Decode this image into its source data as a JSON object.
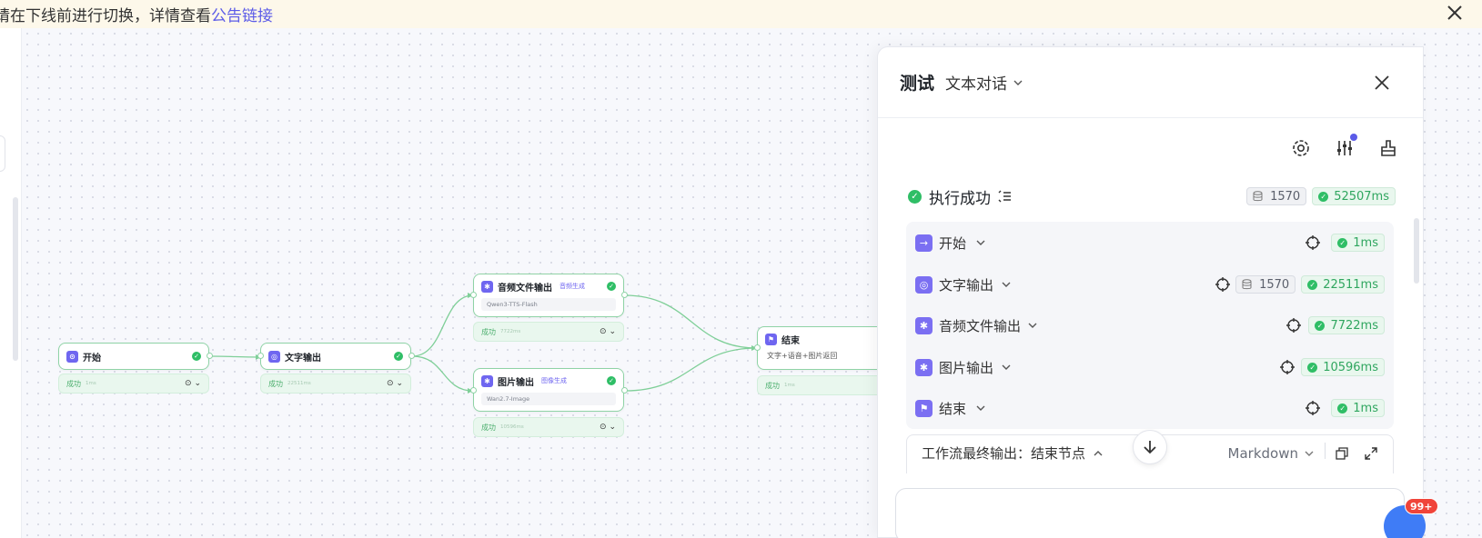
{
  "notice": {
    "text": "请在下线前进行切换，详情查看",
    "link": "公告链接"
  },
  "workflow": {
    "nodes": {
      "start": {
        "title": "开始",
        "status": "成功",
        "ms": "1ms"
      },
      "text_output": {
        "title": "文字输出",
        "status": "成功",
        "ms": "22511ms"
      },
      "audio_output": {
        "title": "音频文件输出",
        "tag": "音频生成",
        "model": "Qwen3-TTS-Flash",
        "status": "成功",
        "ms": "7722ms"
      },
      "image_output": {
        "title": "图片输出",
        "tag": "图像生成",
        "model": "Wan2.7-Image",
        "status": "成功",
        "ms": "10596ms"
      },
      "end": {
        "title": "结束",
        "desc": "文字+语音+图片返回",
        "status": "成功",
        "ms": "1ms"
      }
    }
  },
  "panel": {
    "title": "测试",
    "mode": "文本对话",
    "exec_status": "执行成功",
    "total_tokens": "1570",
    "total_time": "52507ms",
    "rows": [
      {
        "label": "开始",
        "time": "1ms"
      },
      {
        "label": "文字输出",
        "tokens": "1570",
        "time": "22511ms"
      },
      {
        "label": "音频文件输出",
        "time": "7722ms"
      },
      {
        "label": "图片输出",
        "time": "10596ms"
      },
      {
        "label": "结束",
        "time": "1ms"
      }
    ],
    "final_output_label": "工作流最终输出：结束节点",
    "format": "Markdown"
  },
  "badge": "99+",
  "colors": {
    "accent": "#6f66f0",
    "success": "#2fbe66",
    "link": "#5b5be8",
    "badge": "#f0443a"
  }
}
